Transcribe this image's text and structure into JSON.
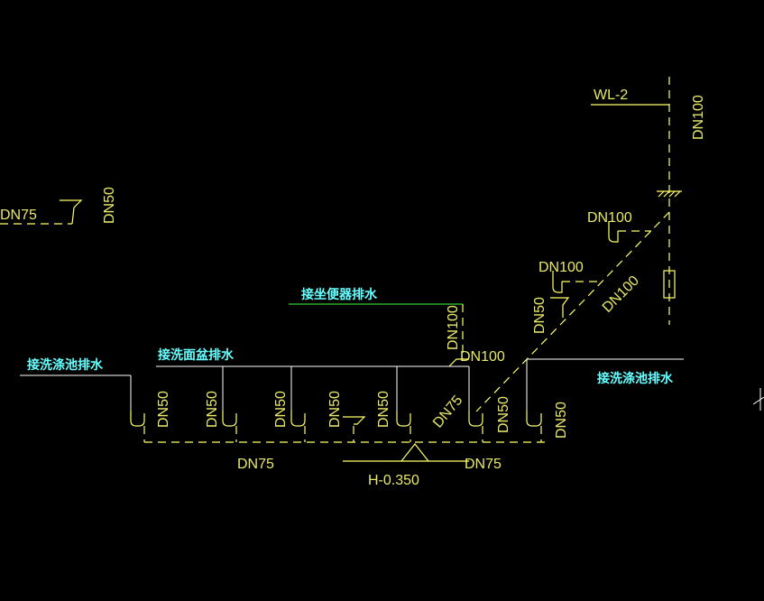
{
  "colors": {
    "background": "#000000",
    "pipe": "#ffff66",
    "label": "#e8e86a",
    "cyan_text": "#66ffff",
    "white_line": "#ffffff",
    "green_line": "#33cc33"
  },
  "labels": {
    "wl2": "WL-2",
    "dn100_riser": "DN100",
    "dn100_branch_a": "DN100",
    "dn100_branch_b": "DN100",
    "dn100_diagonal": "DN100",
    "dn100_wc_vertical": "DN100",
    "dn100_wc_horizontal": "DN100",
    "dn75_left_top": "DN75",
    "dn50_left_top": "DN50",
    "dn50_diag": "DN50",
    "dn75_diag": "DN75",
    "dn75_bottom_left": "DN75",
    "dn75_bottom_right": "DN75",
    "elevation": "H-0.350",
    "dn50_branches": [
      "DN50",
      "DN50",
      "DN50",
      "DN50",
      "DN50",
      "DN50",
      "DN50"
    ]
  },
  "annotations": {
    "toilet_drain": "接坐便器排水",
    "washbasin_drain": "接洗面盆排水",
    "mop_sink_left": "接洗涤池排水",
    "mop_sink_right": "接洗涤池排水"
  }
}
